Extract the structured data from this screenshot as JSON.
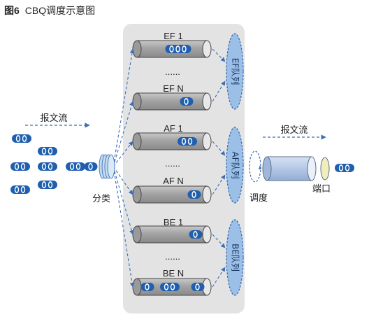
{
  "title": {
    "number": "图6",
    "text": "CBQ调度示意图"
  },
  "labels": {
    "flow_left": "报文流",
    "flow_right": "报文流",
    "classify": "分类",
    "schedule": "调度",
    "port": "端口"
  },
  "queues": {
    "ef_1": "EF 1",
    "ef_dots": "......",
    "ef_n": "EF N",
    "af_1": "AF 1",
    "af_dots": "......",
    "af_n": "AF N",
    "be_1": "BE 1",
    "be_dots": "......",
    "be_n": "BE N"
  },
  "queue_groups": {
    "ef": "EF队列",
    "af": "AF队列",
    "be": "BE队列"
  },
  "colors": {
    "packet_blue": "#1f5fae",
    "pipe_gray": "#a3a3a3",
    "panel_bg": "#e3e3e3",
    "out_pipe": "#b4c8e6",
    "port_disc": "#f2eebb",
    "arrow": "#3a6fb5"
  }
}
